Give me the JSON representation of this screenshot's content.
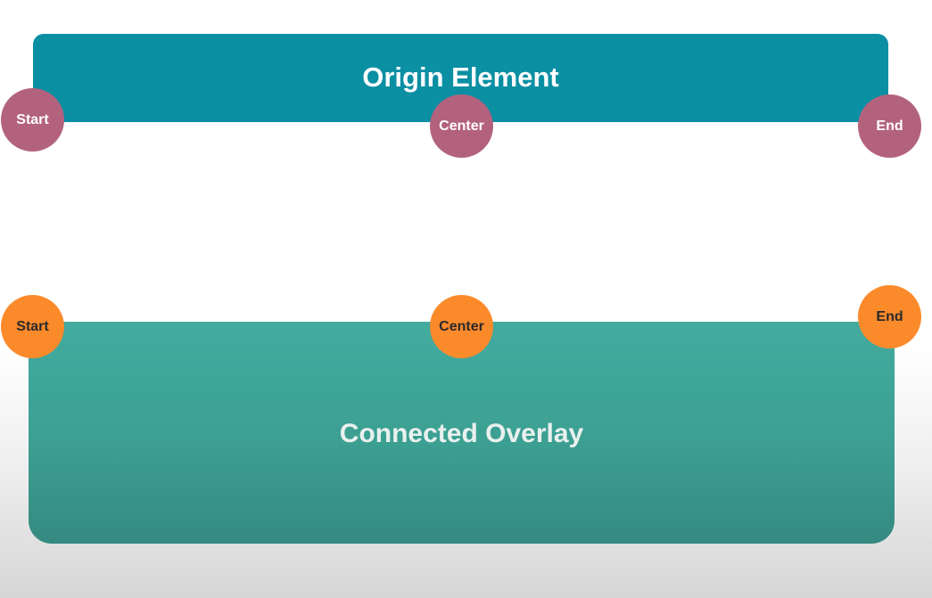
{
  "origin": {
    "title": "Origin Element",
    "points": {
      "start": "Start",
      "center": "Center",
      "end": "End"
    }
  },
  "overlay": {
    "title": "Connected Overlay",
    "points": {
      "start": "Start",
      "center": "Center",
      "end": "End"
    }
  },
  "colors": {
    "origin_box": "#0a8fa3",
    "origin_points": "#b3627d",
    "overlay_box": "#3c9f92",
    "overlay_points": "#fb8a2b"
  }
}
